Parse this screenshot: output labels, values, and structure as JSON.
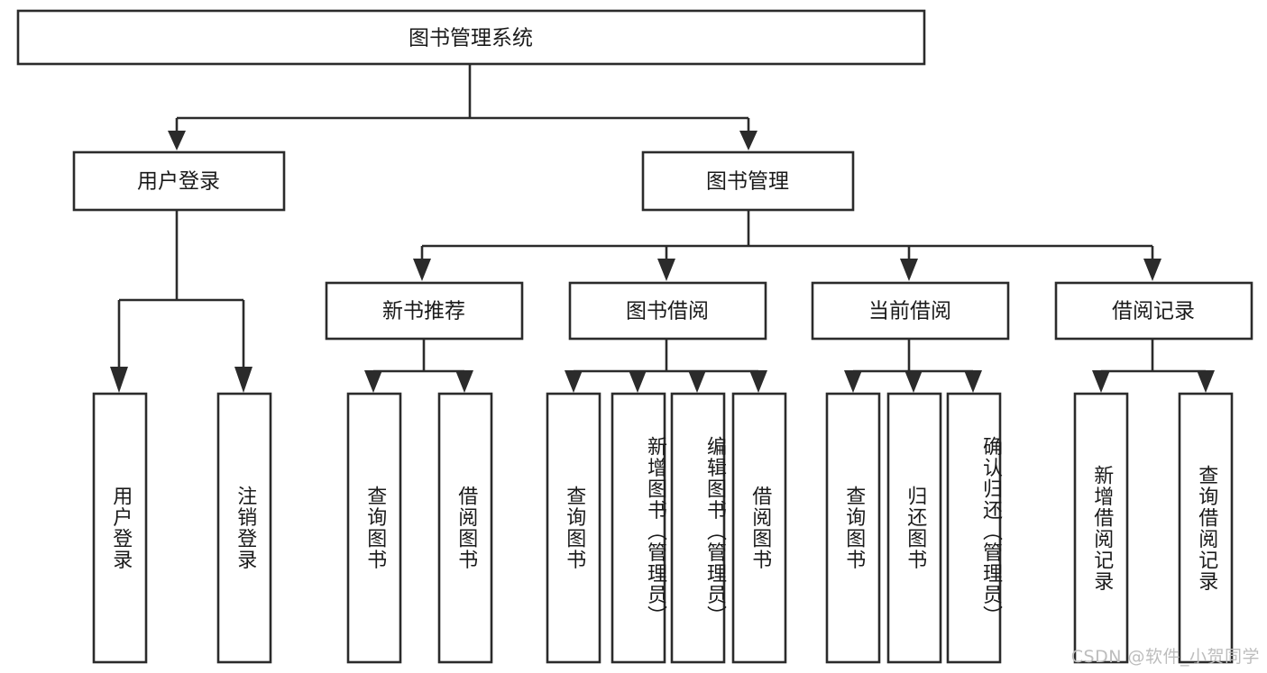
{
  "diagram": {
    "title": "图书管理系统",
    "type": "tree-hierarchy-diagram",
    "orientation": "top-down",
    "colors": {
      "stroke": "#2b2b2b",
      "fill": "#ffffff",
      "text": "#1a1a1a",
      "watermark": "#bdbdbd"
    },
    "root": {
      "label": "图书管理系统"
    },
    "level2": [
      {
        "label": "用户登录"
      },
      {
        "label": "图书管理"
      }
    ],
    "level3": [
      {
        "label": "新书推荐"
      },
      {
        "label": "图书借阅"
      },
      {
        "label": "当前借阅"
      },
      {
        "label": "借阅记录"
      }
    ],
    "leaves": {
      "user_login": [
        {
          "label": "用户登录"
        },
        {
          "label": "注销登录"
        }
      ],
      "new_book_recommend": [
        {
          "label": "查询图书"
        },
        {
          "label": "借阅图书"
        }
      ],
      "book_borrow": [
        {
          "label": "查询图书"
        },
        {
          "label": "新增图书（管理员）"
        },
        {
          "label": "编辑图书（管理员）"
        },
        {
          "label": "借阅图书"
        }
      ],
      "current_borrow": [
        {
          "label": "查询图书"
        },
        {
          "label": "归还图书"
        },
        {
          "label": "确认归还（管理员）"
        }
      ],
      "borrow_record": [
        {
          "label": "新增借阅记录"
        },
        {
          "label": "查询借阅记录"
        }
      ]
    }
  },
  "watermark": {
    "text": "CSDN @软件_小贺同学"
  }
}
